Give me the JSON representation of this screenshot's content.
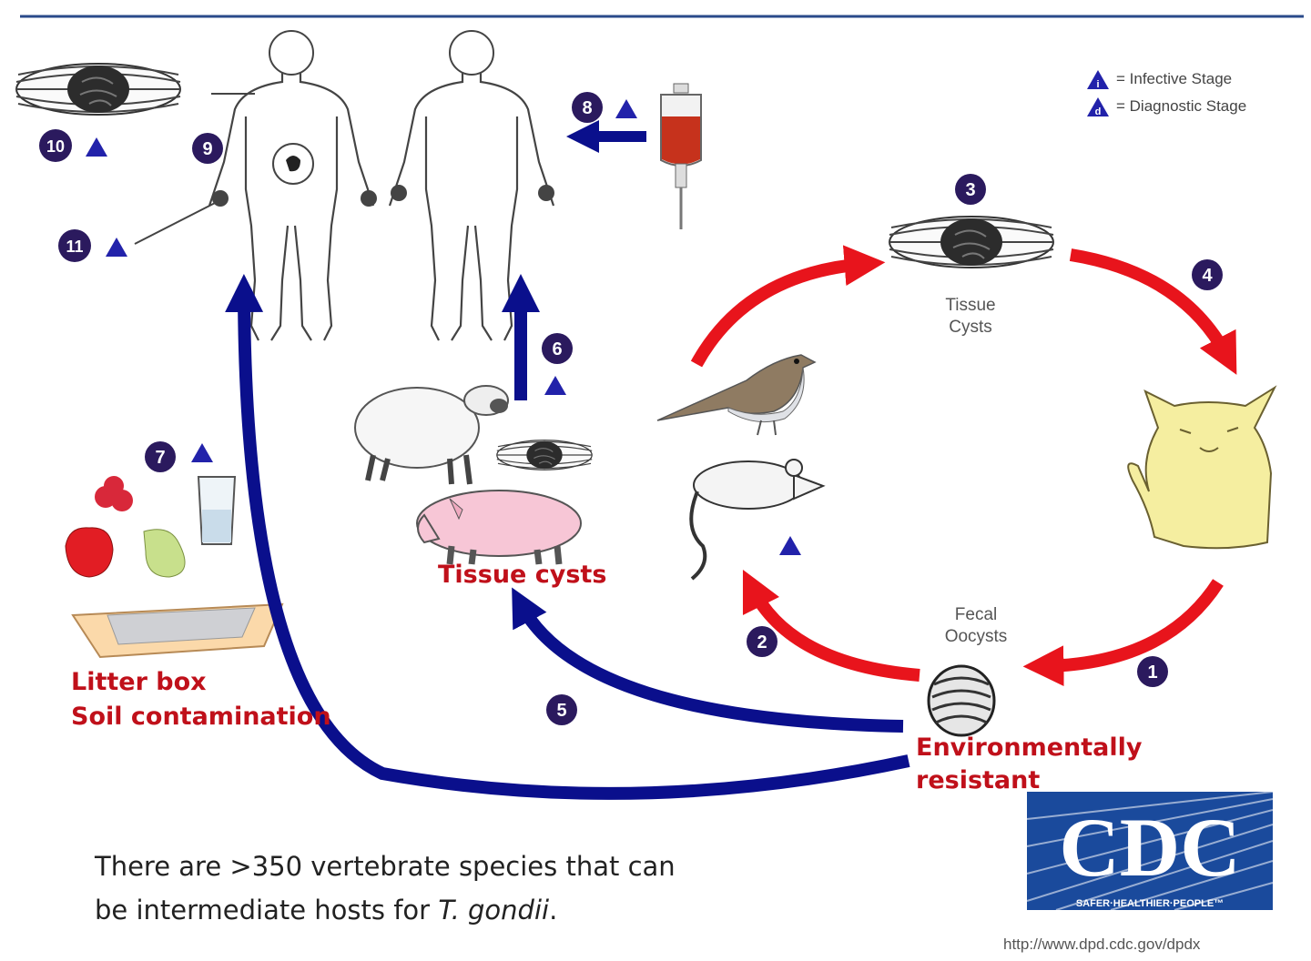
{
  "legend": {
    "infective_number": "i",
    "infective_label": "= Infective Stage",
    "diagnostic_number": "d",
    "diagnostic_label": "= Diagnostic Stage"
  },
  "steps": [
    "1",
    "2",
    "3",
    "4",
    "5",
    "6",
    "7",
    "8",
    "9",
    "10",
    "11"
  ],
  "labels": {
    "tissue_cysts_top": [
      "Tissue",
      "Cysts"
    ],
    "fecal_oocysts": [
      "Fecal",
      "Oocysts"
    ],
    "tissue_cysts_red": "Tissue cysts",
    "litter_box": "Litter box",
    "soil": "Soil contamination",
    "environmentally": "Environmentally",
    "resistant": "resistant"
  },
  "note": {
    "line1": "There are >350 vertebrate species that can",
    "line2_prefix": "be intermediate hosts for ",
    "line2_italic": "T. gondii",
    "line2_suffix": "."
  },
  "logo": {
    "text": "CDC",
    "tagline": "SAFER·HEALTHIER·PEOPLE™",
    "url": "http://www.dpd.cdc.gov/dpdx"
  },
  "colors": {
    "arrow_red": "#e8141c",
    "arrow_blue": "#0a0f8c",
    "badge": "#2b1a5e",
    "label_red": "#c0101a",
    "cdc_blue": "#1a4a9c"
  },
  "icons": [
    "human-figure-icon",
    "iv-blood-bag-icon",
    "tissue-cyst-icon",
    "oocyst-icon",
    "bird-icon",
    "mouse-icon",
    "cat-icon",
    "sheep-icon",
    "pig-icon",
    "fruit-icon",
    "water-glass-icon",
    "litter-box-icon"
  ]
}
